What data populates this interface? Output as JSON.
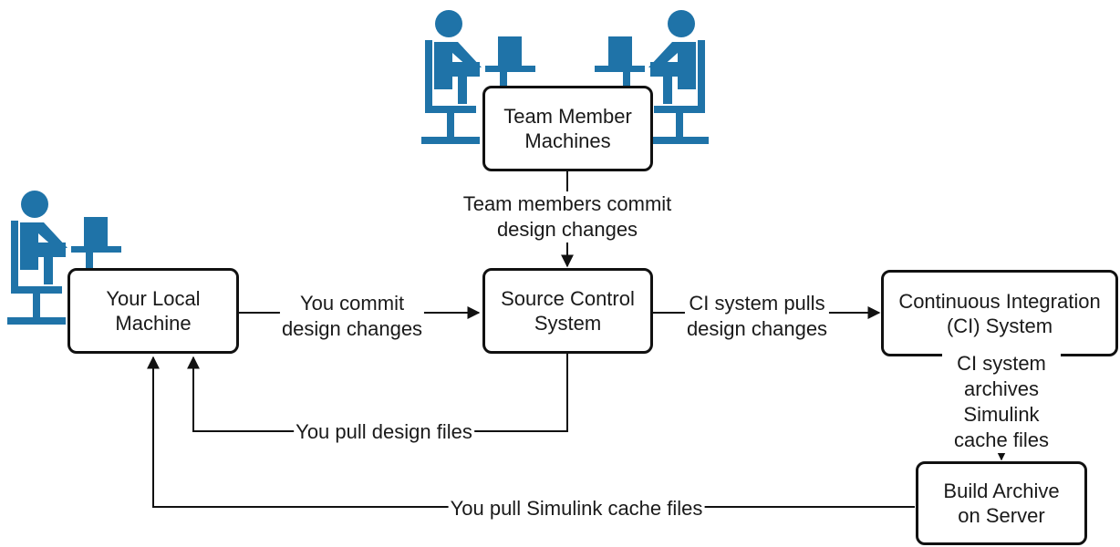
{
  "colors": {
    "person_icon": "#1f73a8",
    "stroke": "#111111"
  },
  "nodes": {
    "team": "Team Member\nMachines",
    "local": "Your Local\nMachine",
    "scs": "Source Control\nSystem",
    "ci": "Continuous Integration\n(CI) System",
    "build": "Build Archive\non Server"
  },
  "edges": {
    "team_commit": "Team members commit\ndesign changes",
    "you_commit": "You commit\ndesign changes",
    "ci_pull": "CI system pulls\ndesign changes",
    "ci_archive": "CI system archives\nSimulink cache files",
    "pull_design": "You pull design files",
    "pull_cache": "You pull Simulink cache files"
  },
  "icons": [
    "person-at-computer-icon"
  ]
}
